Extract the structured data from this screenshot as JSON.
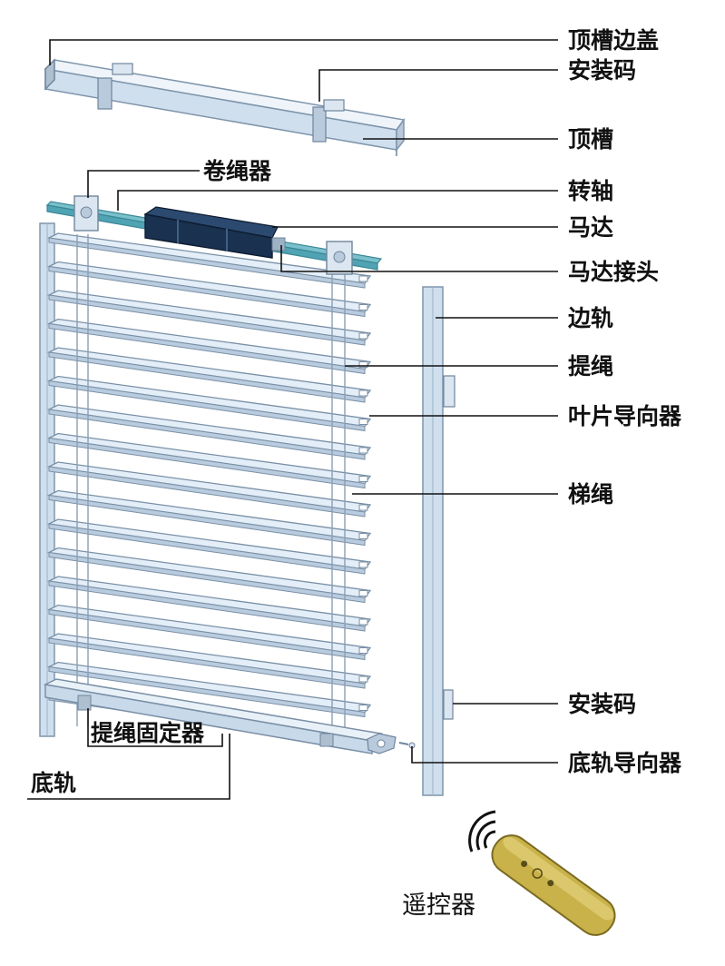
{
  "colors": {
    "frame": "#cfdfee",
    "frame_edge": "#7f95ab",
    "slat_face": "#e4eef8",
    "slat_edge": "#7a90a6",
    "shaft": "#4fa3b3",
    "motor": "#1a3150",
    "remote": "#c9b24a",
    "text": "#111111"
  },
  "labels": {
    "top_end_cap": "顶槽边盖",
    "mount_bracket_top": "安装码",
    "top_rail": "顶槽",
    "cord_roller": "卷绳器",
    "shaft": "转轴",
    "motor": "马达",
    "motor_coupler": "马达接头",
    "side_rail": "边轨",
    "lift_cord": "提绳",
    "slat_guide": "叶片导向器",
    "ladder_cord": "梯绳",
    "mount_bracket_bottom": "安装码",
    "bottom_rail_guide": "底轨导向器",
    "cord_fixer": "提绳固定器",
    "bottom_rail": "底轨",
    "remote": "遥控器"
  },
  "icons": {
    "remote": "remote-control-icon",
    "signal": "wireless-signal-icon"
  }
}
